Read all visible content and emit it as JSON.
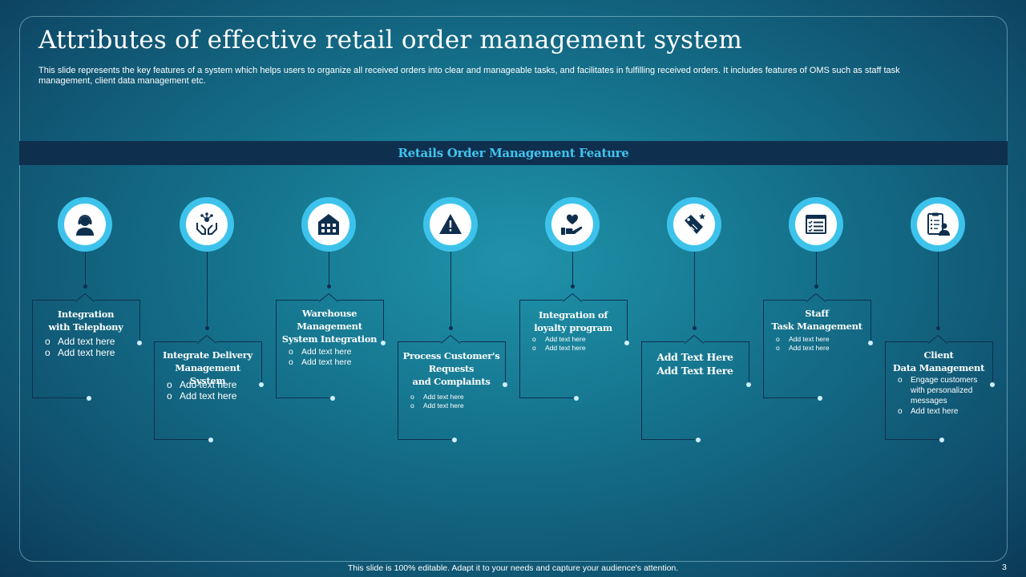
{
  "title": "Attributes of effective retail order management system",
  "subtitle": "This slide represents the key features of a system which helps users to organize all received orders into clear and manageable tasks, and facilitates in fulfilling received orders. It includes features of OMS such as staff task management, client data management etc.",
  "band_title": "Retails Order Management Feature",
  "features": [
    {
      "icon": "headset-agent-icon",
      "title": [
        "Integration",
        "with Telephony"
      ],
      "items": [
        "Add text here",
        "Add text here"
      ]
    },
    {
      "icon": "hands-network-icon",
      "title": [
        "Integrate Delivery",
        "Management System"
      ],
      "items": [
        "Add text here",
        "Add text here"
      ]
    },
    {
      "icon": "warehouse-icon",
      "title": [
        "Warehouse",
        "Management",
        "System Integration"
      ],
      "items": [
        "Add text here",
        "Add text here"
      ]
    },
    {
      "icon": "warning-triangle-icon",
      "title": [
        "Process Customer's",
        "Requests",
        "and Complaints"
      ],
      "items": [
        "Add text here",
        "Add text here"
      ]
    },
    {
      "icon": "heart-hand-icon",
      "title": [
        "Integration of",
        "loyalty program"
      ],
      "items": [
        "Add text here",
        "Add text here"
      ]
    },
    {
      "icon": "tag-star-icon",
      "title": [
        "Add Text Here",
        "Add Text Here"
      ],
      "items": []
    },
    {
      "icon": "task-window-icon",
      "title": [
        "Staff",
        "Task Management"
      ],
      "items": [
        "Add text here",
        "Add text here"
      ]
    },
    {
      "icon": "client-document-icon",
      "title": [
        "Client",
        "Data Management"
      ],
      "items": [
        "Engage customers with personalized messages",
        "Add text here"
      ]
    }
  ],
  "footer": "This slide is 100% editable. Adapt it to your needs and capture your audience's attention.",
  "page_number": "3",
  "colors": {
    "accent": "#3dc3eb",
    "band": "#0f2f4e",
    "band_text": "#3fc4ef"
  }
}
